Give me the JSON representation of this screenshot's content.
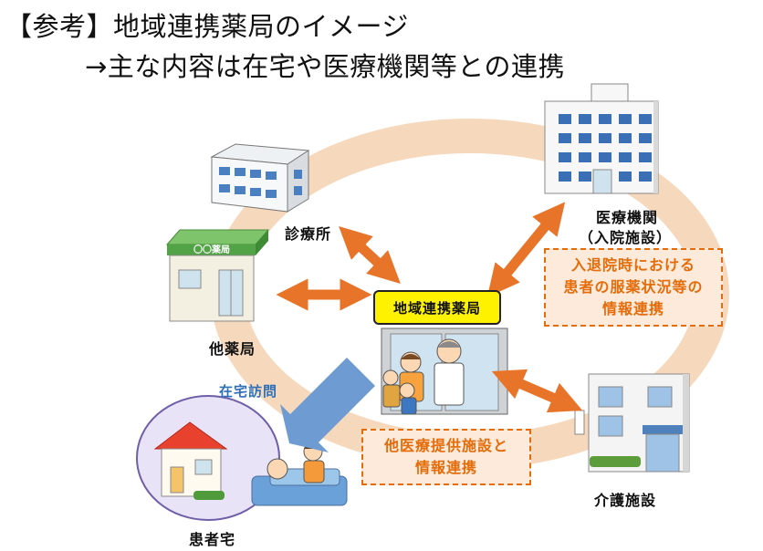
{
  "title": {
    "line1": "【参考】地域連携薬局のイメージ",
    "line2": "→主な内容は在宅や医療機関等との連携"
  },
  "center": {
    "label": "地域連携薬局"
  },
  "nodes": {
    "clinic": "診療所",
    "other_pharmacy": "他薬局",
    "hospital_line1": "医療機関",
    "hospital_line2": "（入院施設）",
    "care_facility": "介護施設",
    "patient_home": "患者宅",
    "home_visit": "在宅訪問"
  },
  "pharmacy_sign": "〇〇薬局",
  "notes": {
    "hospital_note": [
      "入退院時における",
      "患者の服薬状況等の",
      "情報連携"
    ],
    "facility_note": [
      "他医療提供施設と",
      "情報連携"
    ]
  },
  "colors": {
    "arrow": "#e8742a",
    "ring": "#f6d9bd",
    "note_border": "#e46c0a",
    "note_fill": "#fdeada",
    "center_box": "#fff200",
    "home_arrow": "#6e9bd1",
    "home_circle": "#e9e3f7"
  }
}
